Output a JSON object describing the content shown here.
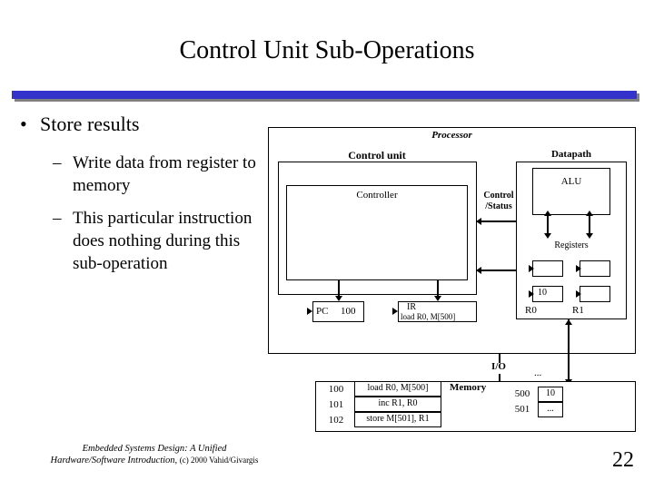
{
  "slide": {
    "title": "Control Unit Sub-Operations",
    "page_number": "22",
    "footer_line1": "Embedded Systems Design: A Unified",
    "footer_line2": "Hardware/Software Introduction,",
    "footer_copyright": "(c) 2000 Vahid/Givargis",
    "accent_color": "#3333cc"
  },
  "bullets": {
    "level1": "Store results",
    "level2": [
      "Write data from register to memory",
      "This particular instruction does nothing during this sub-operation"
    ]
  },
  "diagram": {
    "processor_label": "Processor",
    "control_unit_label": "Control unit",
    "controller_label": "Controller",
    "datapath_label": "Datapath",
    "alu_label": "ALU",
    "control_status_label": "Control\n/Status",
    "control_status_line1": "Control",
    "control_status_line2": "/Status",
    "registers_label": "Registers",
    "pc_label": "PC",
    "pc_value": "100",
    "ir_label": "IR",
    "ir_value": "load R0, M[500]",
    "r0_label": "R0",
    "r1_label": "R1",
    "reg_top_left": "",
    "reg_top_right": "",
    "reg_bottom_left": "10",
    "reg_bottom_right": "",
    "io_label": "I/O",
    "io_dots": "...",
    "memory_label": "Memory",
    "memory_rows": [
      {
        "address": "100",
        "content": "load R0, M[500]"
      },
      {
        "address": "101",
        "content": "inc R1, R0"
      },
      {
        "address": "102",
        "content": "store M[501], R1"
      }
    ],
    "data_rows": [
      {
        "address": "500",
        "content": "10"
      },
      {
        "address": "501",
        "content": "..."
      }
    ]
  }
}
